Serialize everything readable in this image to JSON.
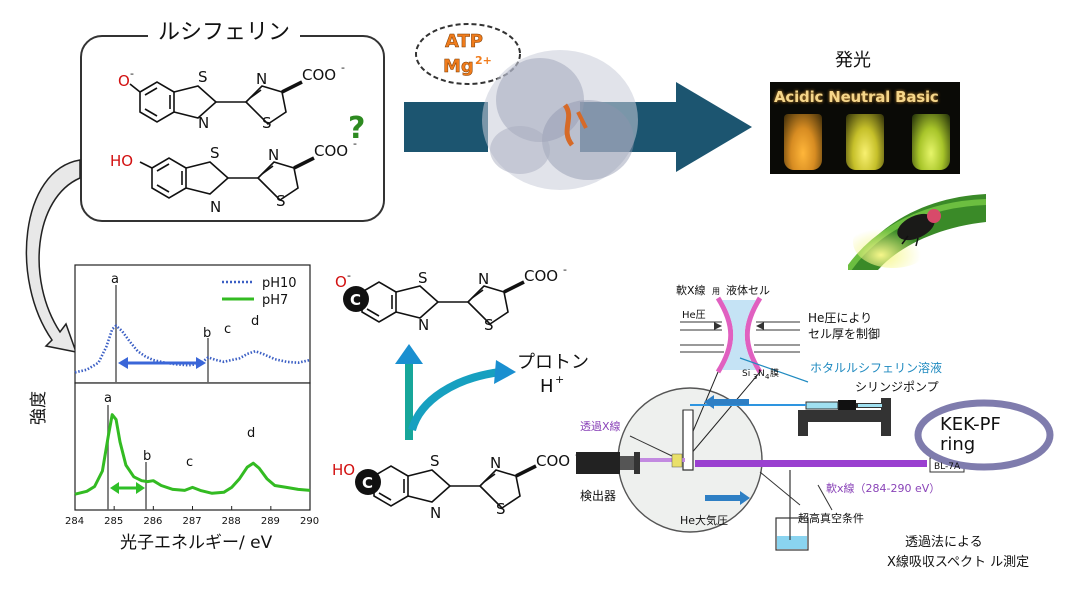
{
  "luciferin": {
    "title": "ルシフェリン",
    "question": "?",
    "anion": {
      "o_minus": "O",
      "o_sup": "-",
      "S": "S",
      "N": "N",
      "coo": "COO",
      "coo_sup": "-"
    },
    "neutral": {
      "ho": "HO",
      "S": "S",
      "N": "N",
      "coo": "COO",
      "coo_sup": "-"
    }
  },
  "reaction": {
    "atp_label": "ATP",
    "mg_label": "Mg",
    "mg_sup": "2+",
    "emission_label": "発光",
    "fluor_labels": "Acidic Neutral Basic"
  },
  "spectrum": {
    "ylabel": "強度",
    "xlabel": "光子エネルギー/ eV",
    "x_ticks": [
      "284",
      "285",
      "286",
      "287",
      "288",
      "289",
      "290"
    ],
    "peak_labels_top": [
      "a",
      "b",
      "c",
      "d"
    ],
    "peak_labels_bottom": [
      "a",
      "b",
      "c",
      "d"
    ],
    "legend": [
      "pH10",
      "pH7"
    ]
  },
  "chart_data": {
    "type": "line",
    "xlabel": "光子エネルギー/ eV",
    "ylabel": "強度",
    "xlim": [
      284,
      290
    ],
    "series": [
      {
        "name": "pH10",
        "color": "#3b5fc4",
        "style": "dotted",
        "x": [
          284,
          284.3,
          284.6,
          284.8,
          284.95,
          285.05,
          285.2,
          285.4,
          285.6,
          285.8,
          286.0,
          286.3,
          286.6,
          286.9,
          287.2,
          287.4,
          287.6,
          287.8,
          288.0,
          288.2,
          288.4,
          288.6,
          288.8,
          289.1,
          289.4,
          289.7,
          290
        ],
        "y": [
          0.03,
          0.06,
          0.14,
          0.32,
          0.52,
          0.56,
          0.5,
          0.38,
          0.27,
          0.21,
          0.17,
          0.14,
          0.12,
          0.11,
          0.13,
          0.2,
          0.17,
          0.15,
          0.17,
          0.19,
          0.24,
          0.27,
          0.24,
          0.18,
          0.15,
          0.14,
          0.17
        ]
      },
      {
        "name": "pH7",
        "color": "#33bb22",
        "style": "solid",
        "x": [
          284,
          284.3,
          284.5,
          284.7,
          284.85,
          284.95,
          285.05,
          285.15,
          285.3,
          285.5,
          285.7,
          285.85,
          286.0,
          286.2,
          286.5,
          286.8,
          287.0,
          287.2,
          287.5,
          287.8,
          288.0,
          288.2,
          288.4,
          288.55,
          288.7,
          288.9,
          289.1,
          289.4,
          289.7,
          290
        ],
        "y": [
          0.08,
          0.11,
          0.16,
          0.32,
          0.68,
          0.9,
          0.85,
          0.62,
          0.38,
          0.26,
          0.22,
          0.21,
          0.22,
          0.17,
          0.13,
          0.12,
          0.15,
          0.12,
          0.09,
          0.1,
          0.15,
          0.24,
          0.36,
          0.4,
          0.35,
          0.24,
          0.17,
          0.15,
          0.13,
          0.12
        ]
      }
    ]
  },
  "protonation": {
    "top": {
      "o_minus": "O",
      "o_sup": "-",
      "c": "C",
      "S": "S",
      "N": "N",
      "coo": "COO",
      "coo_sup": "-"
    },
    "bottom": {
      "ho": "HO",
      "c": "C",
      "S": "S",
      "N": "N",
      "coo": "COO",
      "coo_sup": "-"
    },
    "proton_label": "プロトン",
    "h_plus": "H",
    "h_sup": "+"
  },
  "apparatus": {
    "cell_title_a": "軟X線",
    "cell_title_b": "用",
    "cell_title_c": " 液体セル",
    "he_pressure": "He圧",
    "control_note_1": "He圧により",
    "control_note_2": "セル厚を制御",
    "membrane_a": "Si",
    "membrane_sub1": "3",
    "membrane_b": "N",
    "membrane_sub2": "4",
    "membrane_c": "膜",
    "sample_solution": "ホタルルシフェリン溶液",
    "syringe_pump": "シリンジポンプ",
    "transmitted": "透過X線",
    "detector": "検出器",
    "he_atm": "He大気圧",
    "uhv": "超高真空条件",
    "soft_xray": "軟x線（284-290 eV）",
    "beamline": "BL-7A",
    "ring_1": "KEK-PF",
    "ring_2": "ring",
    "method_1": "透過法による",
    "method_2": "X線吸収スペクト ル測定"
  }
}
